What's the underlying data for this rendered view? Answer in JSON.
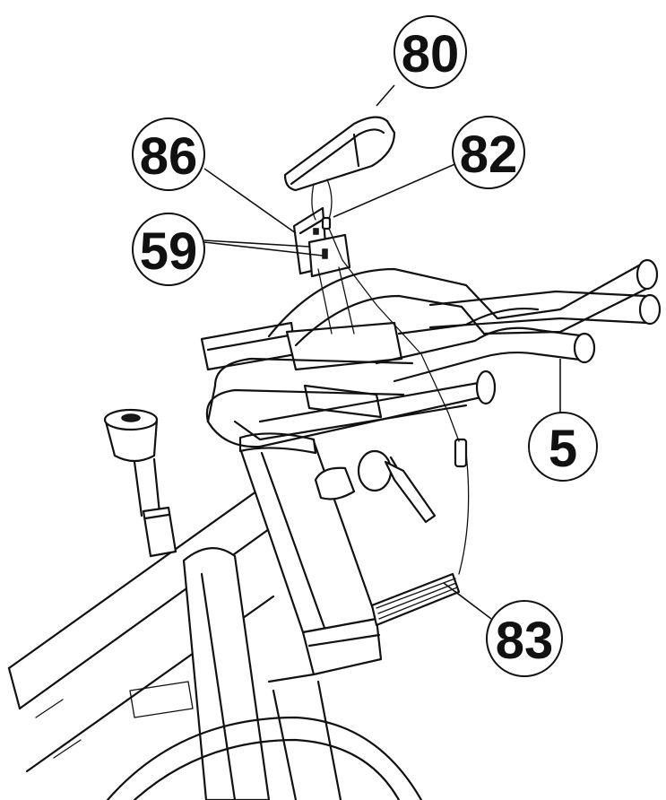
{
  "callouts": [
    {
      "id": "c80",
      "label": "80"
    },
    {
      "id": "c82",
      "label": "82"
    },
    {
      "id": "c86",
      "label": "86"
    },
    {
      "id": "c59",
      "label": "59"
    },
    {
      "id": "c5",
      "label": "5"
    },
    {
      "id": "c83",
      "label": "83"
    }
  ],
  "colors": {
    "line": "#111111",
    "background": "#ffffff"
  }
}
